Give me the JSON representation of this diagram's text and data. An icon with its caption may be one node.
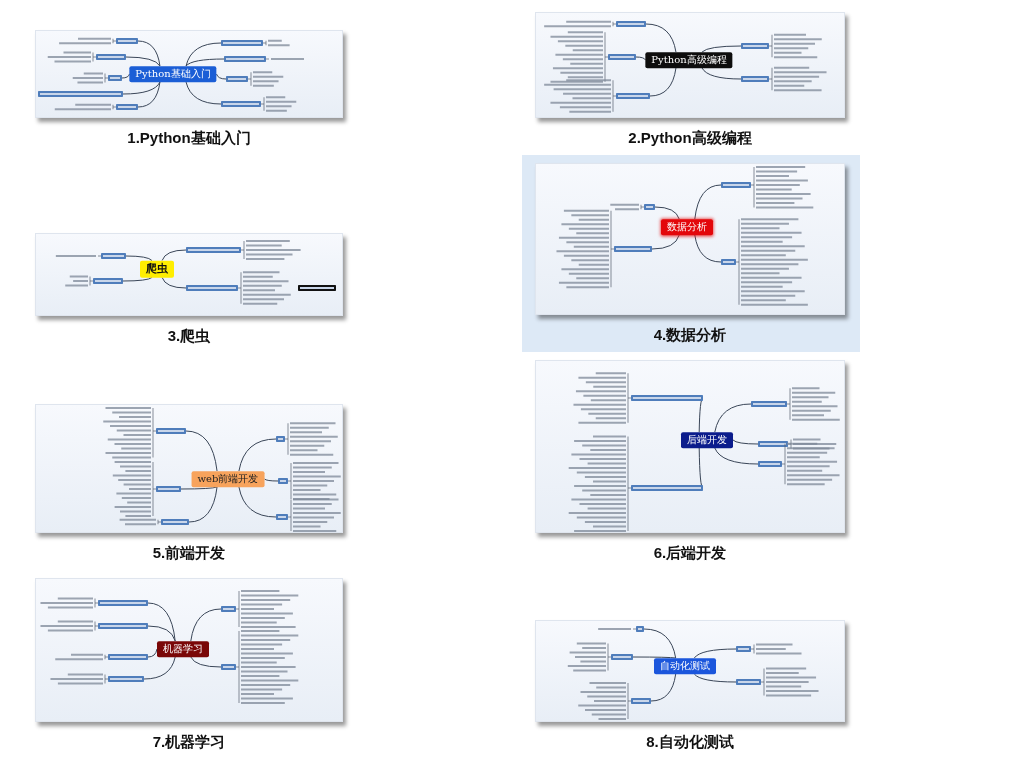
{
  "diagram": {
    "nodes": [
      {
        "text": [],
        "shape": "picture",
        "beside": [
          "1.Python基础入门"
        ]
      },
      {
        "text": [
          "Python基础入门"
        ],
        "in": 0
      },
      {
        "text": [],
        "shape": "picture",
        "beside": [
          "2.Python高级编程"
        ]
      },
      {
        "text": [
          "Python高级编程"
        ],
        "in": 2
      },
      {
        "text": [],
        "shape": "picture",
        "beside": [
          "3.爬虫"
        ]
      },
      {
        "text": [
          "爬虫"
        ],
        "in": 4
      },
      {
        "text": [],
        "shape": "picture",
        "beside": [
          "4.数据分析"
        ]
      },
      {
        "text": [
          "数据分析"
        ],
        "in": 6
      },
      {
        "text": [],
        "shape": "picture",
        "beside": [
          "5.前端开发"
        ]
      },
      {
        "text": [
          "web前端开发"
        ],
        "in": 8
      },
      {
        "text": [],
        "shape": "picture",
        "beside": [
          "6.后端开发"
        ]
      },
      {
        "text": [
          "后端开发"
        ],
        "in": 10
      },
      {
        "text": [],
        "shape": "picture",
        "beside": [
          "7.机器学习"
        ]
      },
      {
        "text": [
          "机器学习"
        ],
        "in": 12
      },
      {
        "text": [],
        "shape": "picture",
        "beside": [
          "8.自动化测试"
        ]
      },
      {
        "text": [
          "自动化测试"
        ],
        "in": 14
      }
    ]
  }
}
